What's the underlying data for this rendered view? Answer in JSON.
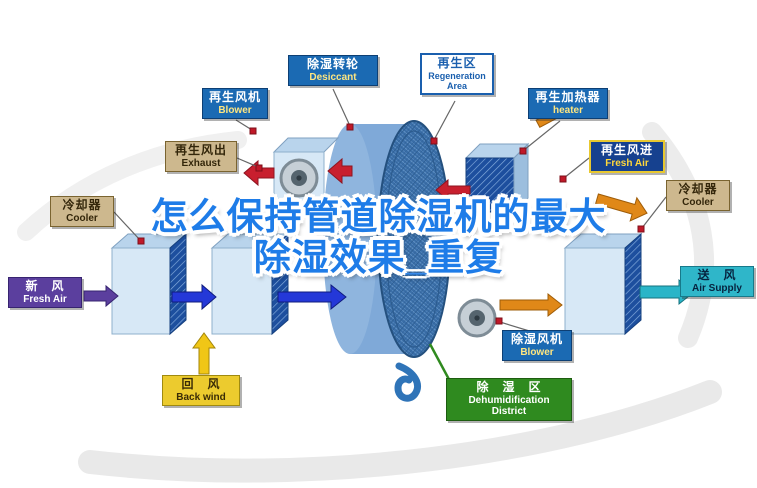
{
  "title": {
    "line1": "怎么保持管道除湿机的最大",
    "line2": "除湿效果_重复"
  },
  "labels": {
    "desiccant": {
      "zh": "除湿转轮",
      "en": "Desiccant"
    },
    "regeneration_area": {
      "zh": "再生区",
      "en": "Regeneration Area"
    },
    "regen_blower": {
      "zh": "再生风机",
      "en": "Blower"
    },
    "regen_heater": {
      "zh": "再生加热器",
      "en": "heater"
    },
    "regen_air_out": {
      "zh": "再生风出",
      "en": "Exhaust"
    },
    "regen_air_in": {
      "zh": "再生风进",
      "en": "Fresh Air"
    },
    "cooler_left": {
      "zh": "冷却器",
      "en": "Cooler"
    },
    "cooler_right": {
      "zh": "冷却器",
      "en": "Cooler"
    },
    "fresh_air": {
      "zh": "新　风",
      "en": "Fresh Air"
    },
    "air_supply": {
      "zh": "送　风",
      "en": "Air Supply"
    },
    "return_air": {
      "zh": "回　风",
      "en": "Back wind"
    },
    "dehumid_blower": {
      "zh": "除湿风机",
      "en": "Blower"
    },
    "dehumid_zone": {
      "zh": "除　湿　区",
      "en": "Dehumidification District"
    }
  },
  "colors": {
    "title_blue": "#1e7ce8",
    "label_blue": "#1b6ab3",
    "label_navy": "#16418f",
    "label_tan": "#cdb88e",
    "label_purple": "#5b3f9e",
    "label_cyan": "#2fb6c9",
    "label_yellow": "#eccb2e",
    "label_green": "#2f8a1f",
    "wheel_blue": "#3a6ea8",
    "arrow_red": "#c81f2e",
    "arrow_orange": "#e08818",
    "arrow_blue": "#2438d8",
    "arrow_purple": "#5b3f9e",
    "arrow_yellow": "#f0c616",
    "arrow_teal": "#2ab5c8",
    "marker_red": "#c01828"
  },
  "icons": {
    "wheel": "desiccant-wheel",
    "fan": "fan-circle-icon",
    "marker": "leader-marker-square"
  }
}
